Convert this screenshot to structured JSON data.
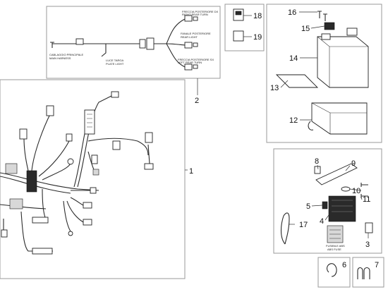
{
  "callouts": {
    "c1": "1",
    "c2": "2",
    "c3": "3",
    "c4": "4",
    "c5": "5",
    "c6": "6",
    "c7": "7",
    "c8": "8",
    "c9": "9",
    "c10": "10",
    "c11": "11",
    "c12": "12",
    "c13": "13",
    "c14": "14",
    "c15": "15",
    "c16": "16",
    "c17": "17",
    "c18": "18",
    "c19": "19"
  },
  "labels": {
    "cablaggio_principale": "CABLAGGIO PRINCIPALE",
    "main_harness": "MAIN HARNESS",
    "luce_targa": "LUCE TARGA",
    "luce_targa_sub": "PLATE LIGHT",
    "freccia_post_dx": "FRECCIA POSTERIORE DX",
    "freccia_post_dx_sub": "RIGHT REAR TURN",
    "fanale_posteriore": "FANALE POSTERIORE",
    "fanale_posteriore_sub": "REAR LIGHT",
    "freccia_post_sx": "FRECCIA POSTERIORE SX",
    "freccia_post_sx_sub": "LEFT REAR TURN",
    "fusibile_abs": "FUSIBILE ABS",
    "abs_fuse": "ABS FUSE"
  }
}
